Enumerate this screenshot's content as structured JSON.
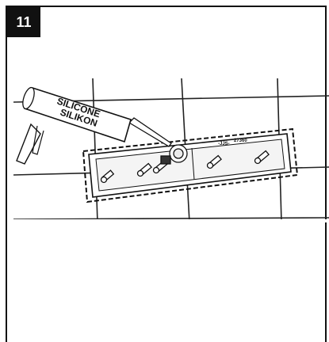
{
  "step": {
    "number": "11"
  },
  "illustration": {
    "cartridge_text_line1": "SILICONE",
    "cartridge_text_line2": "SILIKON",
    "box_label_left": "-JJS-",
    "box_label_right": "27360"
  }
}
